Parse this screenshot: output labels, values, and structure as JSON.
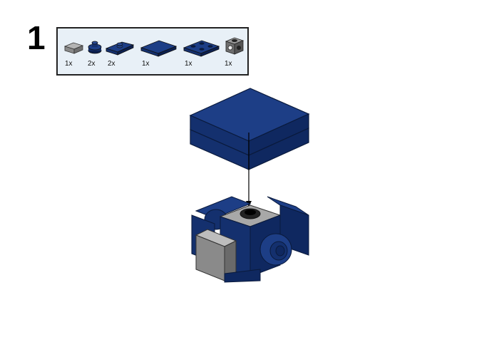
{
  "step": {
    "number": "1"
  },
  "parts": [
    {
      "name": "light-bluish-gray-tile-1x1-icon",
      "qty": "1x"
    },
    {
      "name": "dark-blue-round-plate-1x1-icon",
      "qty": "2x"
    },
    {
      "name": "dark-blue-plate-1x2-with-stud-icon",
      "qty": "2x"
    },
    {
      "name": "dark-blue-tile-2x2-icon",
      "qty": "1x"
    },
    {
      "name": "dark-blue-plate-2x2-icon",
      "qty": "1x"
    },
    {
      "name": "dark-bluish-gray-brick-with-studs-on-sides-icon",
      "qty": "1x"
    }
  ],
  "colors": {
    "parts_box_background": "#e8f0f7",
    "dark_blue": "#14306e",
    "dark_blue_shadow": "#0c2050",
    "gray": "#8a8a8a",
    "light_gray": "#b4b4b4"
  }
}
